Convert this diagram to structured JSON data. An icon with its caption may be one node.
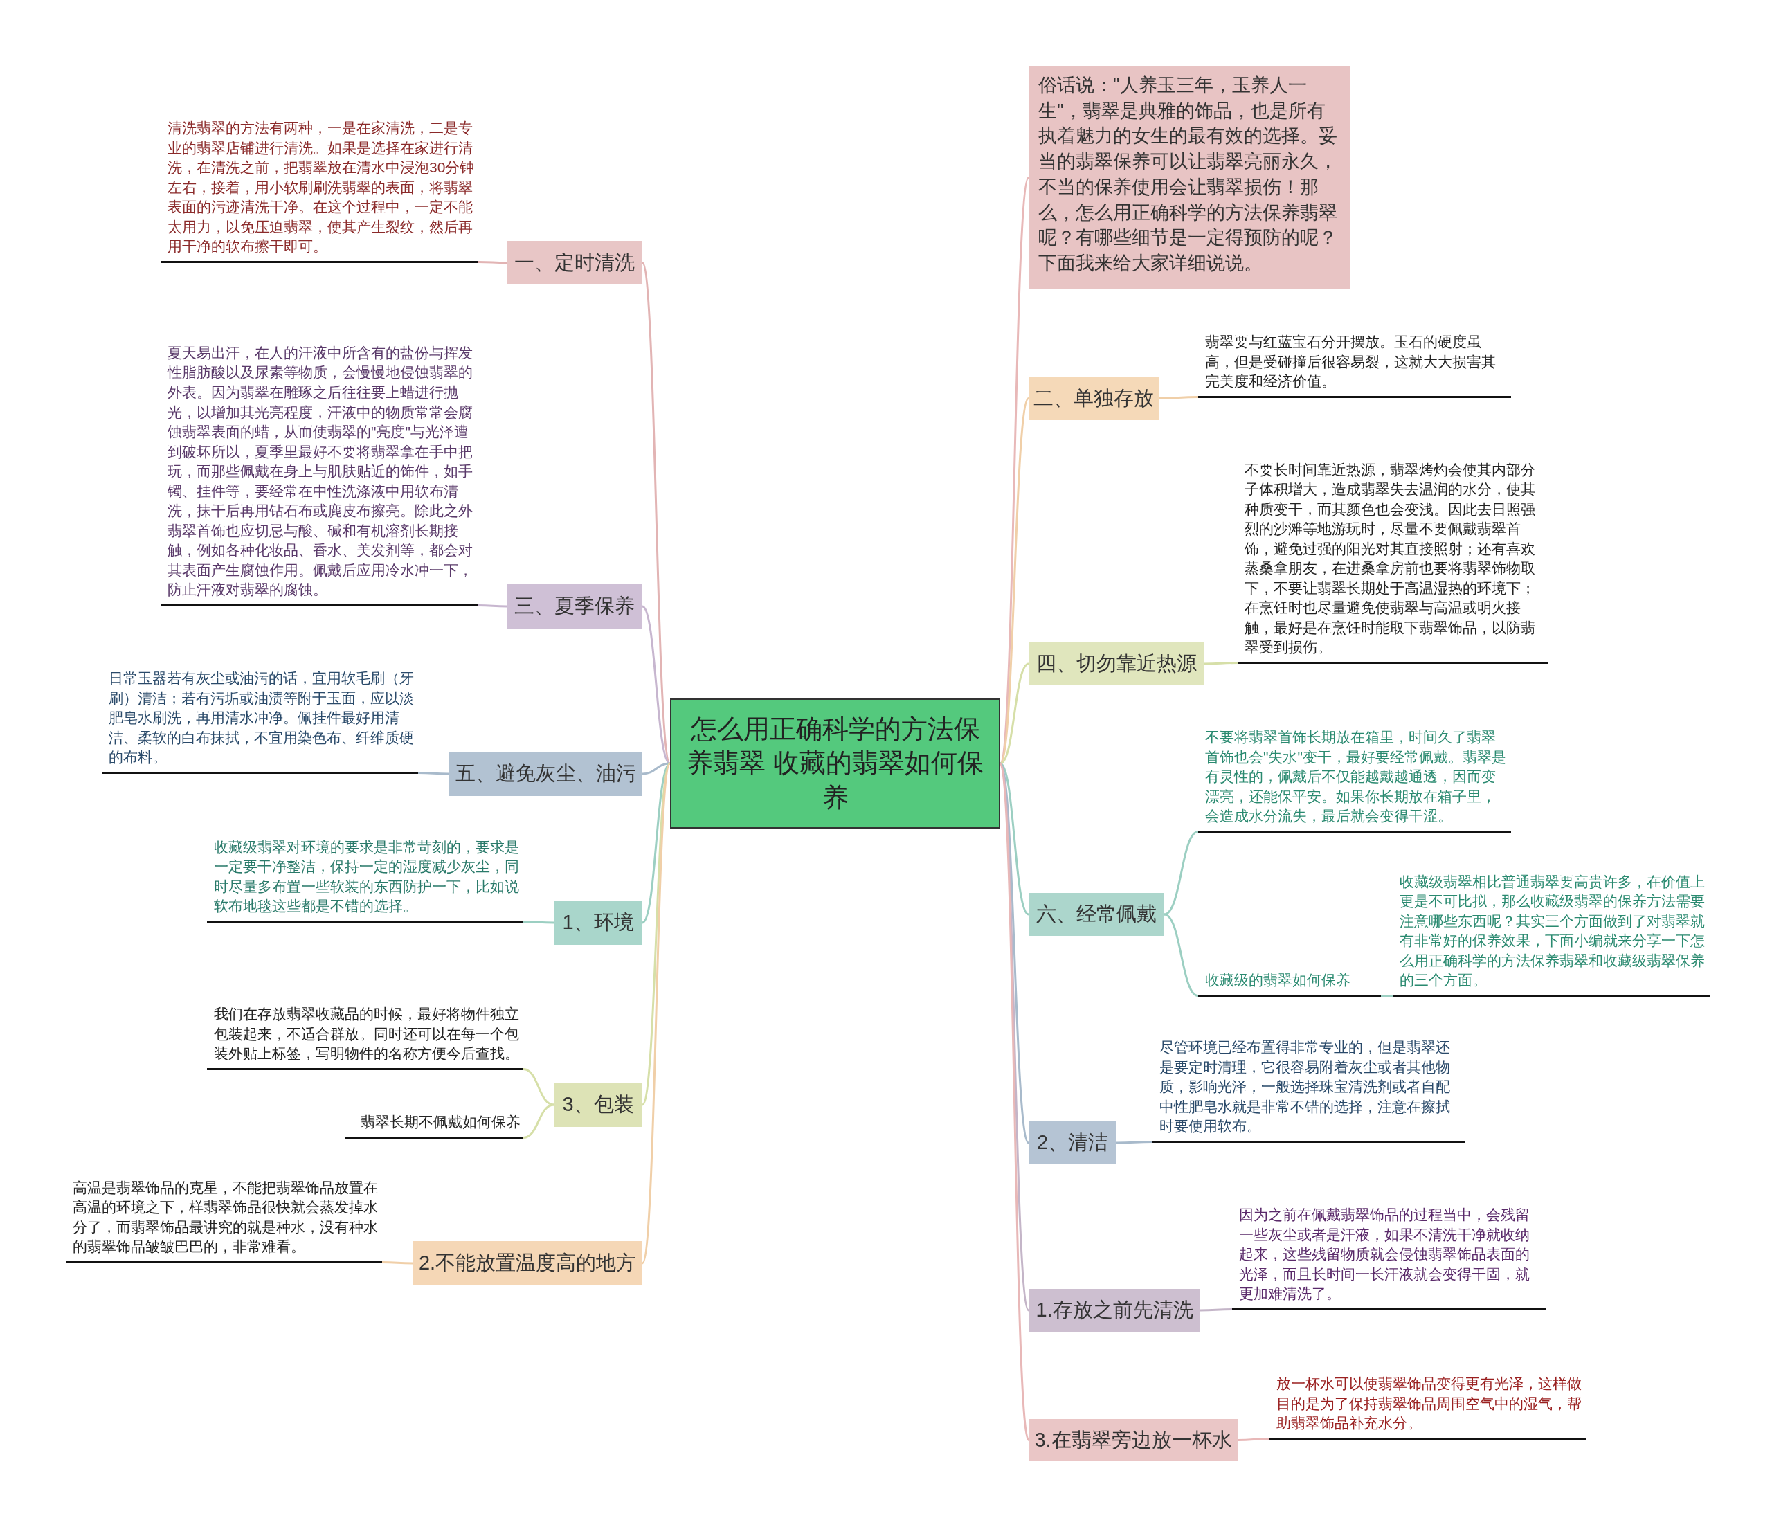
{
  "diagram": {
    "nodes": [
      {
        "text": [
          "怎么用正确科学的方法保养翡翠 收藏的翡翠如何保养"
        ]
      },
      {
        "text": [
          "俗话说：\"人养玉三年，玉养人一生\"，翡翠是典雅的饰品，也是所有执着魅力的女生的最有效的选择。妥当的翡翠保养可以让翡翠亮丽永久，不当的保养使用会让翡翠损伤！那么，怎么用正确科学的方法保养翡翠呢？有哪些细节是一定得预防的呢？下面我来给大家详细说说。"
        ]
      },
      {
        "text": [
          "二、单独存放"
        ]
      },
      {
        "text": [
          "翡翠要与红蓝宝石分开摆放。玉石的硬度虽高，但是受碰撞后很容易裂，这就大大损害其完美度和经济价值。"
        ]
      },
      {
        "text": [
          "四、切勿靠近热源"
        ]
      },
      {
        "text": [
          "不要长时间靠近热源，翡翠烤灼会使其内部分子体积增大，造成翡翠失去温润的水分，使其种质变干，而其颜色也会变浅。因此去日照强烈的沙滩等地游玩时，尽量不要佩戴翡翠首饰，避免过强的阳光对其直接照射；还有喜欢蒸桑拿朋友，在进桑拿房前也要将翡翠饰物取下，不要让翡翠长期处于高温湿热的环境下；在烹饪时也尽量避免使翡翠与高温或明火接触，最好是在烹饪时能取下翡翠饰品，以防翡翠受到损伤。"
        ]
      },
      {
        "text": [
          "六、经常佩戴"
        ]
      },
      {
        "text": [
          "不要将翡翠首饰长期放在箱里，时间久了翡翠首饰也会\"失水\"变干，最好要经常佩戴。翡翠是有灵性的，佩戴后不仅能越戴越通透，因而变漂亮，还能保平安。如果你长期放在箱子里，会造成水分流失，最后就会变得干涩。"
        ]
      },
      {
        "text": [
          "收藏级的翡翠如何保养"
        ]
      },
      {
        "text": [
          "收藏级翡翠相比普通翡翠要高贵许多，在价值上更是不可比拟，那么收藏级翡翠的保养方法需要注意哪些东西呢？其实三个方面做到了对翡翠就有非常好的保养效果，下面小编就来分享一下怎么用正确科学的方法保养翡翠和收藏级翡翠保养的三个方面。"
        ]
      },
      {
        "text": [
          "2、清洁"
        ]
      },
      {
        "text": [
          "尽管环境已经布置得非常专业的，但是翡翠还是要定时清理，它很容易附着灰尘或者其他物质，影响光泽，一般选择珠宝清洗剂或者自配中性肥皂水就是非常不错的选择，注意在擦拭时要使用软布。"
        ]
      },
      {
        "text": [
          "1.存放之前先清洗"
        ]
      },
      {
        "text": [
          "因为之前在佩戴翡翠饰品的过程当中，会残留一些灰尘或者是汗液，如果不清洗干净就收纳起来，这些残留物质就会侵蚀翡翠饰品表面的光泽，而且长时间一长汗液就会变得干固，就更加难清洗了。"
        ]
      },
      {
        "text": [
          "3.在翡翠旁边放一杯水"
        ]
      },
      {
        "text": [
          "放一杯水可以使翡翠饰品变得更有光泽，这样做目的是为了保持翡翠饰品周围空气中的湿气，帮助翡翠饰品补充水分。"
        ]
      },
      {
        "text": [
          "一、定时清洗"
        ]
      },
      {
        "text": [
          "清洗翡翠的方法有两种，一是在家清洗，二是专业的翡翠店铺进行清洗。如果是选择在家进行清洗，在清洗之前，把翡翠放在清水中浸泡30分钟左右，接着，用小软刷刷洗翡翠的表面，将翡翠表面的污迹清洗干净。在这个过程中，一定不能太用力，以免压迫翡翠，使其产生裂纹，然后再用干净的软布擦干即可。"
        ]
      },
      {
        "text": [
          "三、夏季保养"
        ]
      },
      {
        "text": [
          "夏天易出汗，在人的汗液中所含有的盐份与挥发性脂肪酸以及尿素等物质，会慢慢地侵蚀翡翠的外表。因为翡翠在雕琢之后往往要上蜡进行抛光，以增加其光亮程度，汗液中的物质常常会腐蚀翡翠表面的蜡，从而使翡翠的\"亮度\"与光泽遭到破坏所以，夏季里最好不要将翡翠拿在手中把玩，而那些佩戴在身上与肌肤贴近的饰件，如手镯、挂件等，要经常在中性洗涤液中用软布清洗，抹干后再用钻石布或麂皮布擦亮。除此之外翡翠首饰也应切忌与酸、碱和有机溶剂长期接触，例如各种化妆品、香水、美发剂等，都会对其表面产生腐蚀作用。佩戴后应用冷水冲一下，防止汗液对翡翠的腐蚀。"
        ]
      },
      {
        "text": [
          "五、避免灰尘、油污"
        ]
      },
      {
        "text": [
          "日常玉器若有灰尘或油污的话，宜用软毛刷（牙刷）清洁；若有污垢或油渍等附于玉面，应以淡肥皂水刷洗，再用清水冲净。佩挂件最好用清洁、柔软的白布抹拭，不宜用染色布、纤维质硬的布料。"
        ]
      },
      {
        "text": [
          "1、环境"
        ]
      },
      {
        "text": [
          "收藏级翡翠对环境的要求是非常苛刻的，要求是一定要干净整洁，保持一定的湿度减少灰尘，同时尽量多布置一些软装的东西防护一下，比如说软布地毯这些都是不错的选择。"
        ]
      },
      {
        "text": [
          "3、包装"
        ]
      },
      {
        "text": [
          "我们在存放翡翠收藏品的时候，最好将物件独立包装起来，不适合群放。同时还可以在每一个包装外贴上标签，写明物件的名称方便今后查找。"
        ]
      },
      {
        "text": [
          "翡翠长期不佩戴如何保养"
        ]
      },
      {
        "text": [
          "2.不能放置温度高的地方"
        ]
      },
      {
        "text": [
          "高温是翡翠饰品的克星，不能把翡翠饰品放置在高温的环境之下，样翡翠饰品很快就会蒸发掉水分了，而翡翠饰品最讲究的就是种水，没有种水的翡翠饰品皱皱巴巴的，非常难看。"
        ]
      }
    ],
    "edges": [
      {
        "from": 0,
        "to": 1,
        "arrow": "none",
        "color": "#e8b8b8"
      },
      {
        "from": 0,
        "to": 2,
        "arrow": "none",
        "color": "#f0cfa8"
      },
      {
        "from": 2,
        "to": 3,
        "arrow": "none",
        "color": "#f0cfa8"
      },
      {
        "from": 0,
        "to": 4,
        "arrow": "none",
        "color": "#d6dfa8"
      },
      {
        "from": 4,
        "to": 5,
        "arrow": "none",
        "color": "#d6dfa8"
      },
      {
        "from": 0,
        "to": 6,
        "arrow": "none",
        "color": "#9ccfc2"
      },
      {
        "from": 6,
        "to": 7,
        "arrow": "none",
        "color": "#9ccfc2"
      },
      {
        "from": 6,
        "to": 8,
        "arrow": "none",
        "color": "#9ccfc2"
      },
      {
        "from": 8,
        "to": 9,
        "arrow": "none",
        "color": "#9ccfc2"
      },
      {
        "from": 0,
        "to": 10,
        "arrow": "none",
        "color": "#a8bacb"
      },
      {
        "from": 10,
        "to": 11,
        "arrow": "none",
        "color": "#a8bacb"
      },
      {
        "from": 0,
        "to": 12,
        "arrow": "none",
        "color": "#c4b5c8"
      },
      {
        "from": 12,
        "to": 13,
        "arrow": "none",
        "color": "#c4b5c8"
      },
      {
        "from": 0,
        "to": 14,
        "arrow": "none",
        "color": "#e8b8b8"
      },
      {
        "from": 14,
        "to": 15,
        "arrow": "none",
        "color": "#e8b8b8"
      },
      {
        "from": 0,
        "to": 16,
        "arrow": "none",
        "color": "#e2b4b4"
      },
      {
        "from": 16,
        "to": 17,
        "arrow": "none",
        "color": "#e2b4b4"
      },
      {
        "from": 0,
        "to": 18,
        "arrow": "none",
        "color": "#c7b6cf"
      },
      {
        "from": 18,
        "to": 19,
        "arrow": "none",
        "color": "#c7b6cf"
      },
      {
        "from": 0,
        "to": 20,
        "arrow": "none",
        "color": "#a8bacb"
      },
      {
        "from": 20,
        "to": 21,
        "arrow": "none",
        "color": "#a8bacb"
      },
      {
        "from": 0,
        "to": 22,
        "arrow": "none",
        "color": "#9ccfc2"
      },
      {
        "from": 22,
        "to": 23,
        "arrow": "none",
        "color": "#9ccfc2"
      },
      {
        "from": 0,
        "to": 24,
        "arrow": "none",
        "color": "#d6dfa8"
      },
      {
        "from": 24,
        "to": 25,
        "arrow": "none",
        "color": "#d6dfa8"
      },
      {
        "from": 24,
        "to": 26,
        "arrow": "none",
        "color": "#d6dfa8"
      },
      {
        "from": 0,
        "to": 27,
        "arrow": "none",
        "color": "#f0cfa8"
      },
      {
        "from": 27,
        "to": 28,
        "arrow": "none",
        "color": "#f0cfa8"
      }
    ]
  }
}
